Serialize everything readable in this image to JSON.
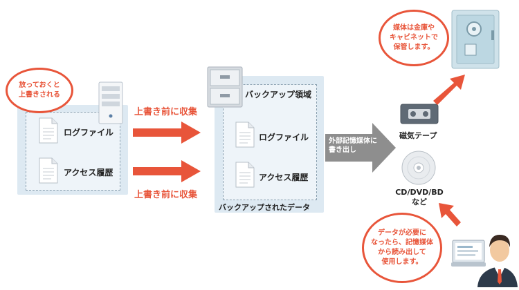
{
  "colors": {
    "accent": "#e8553a",
    "panel": "#dde9f2",
    "gray_arrow": "#8e8e8e"
  },
  "left_bubble": {
    "lines": [
      "放っておくと",
      "上書きされる"
    ]
  },
  "server": {
    "icon": "server-icon"
  },
  "source_docs": [
    {
      "label": "ログファイル",
      "icon": "document-icon"
    },
    {
      "label": "アクセス履歴",
      "icon": "document-icon"
    }
  ],
  "collect_labels": {
    "top": "上書き前に収集",
    "bottom": "上書き前に収集"
  },
  "backup": {
    "title": "バックアップ領域",
    "docs": [
      {
        "label": "ログファイル",
        "icon": "document-icon"
      },
      {
        "label": "アクセス履歴",
        "icon": "document-icon"
      }
    ],
    "caption": "バックアップされたデータ",
    "icon": "file-cabinet-icon"
  },
  "export_arrow": {
    "lines": [
      "外部記憶媒体に",
      "書き出し"
    ]
  },
  "media": {
    "tape_label": "磁気テープ",
    "tape_icon": "magnetic-tape-icon",
    "disc_label_lines": [
      "CD/DVD/BD",
      "など"
    ],
    "disc_icon": "optical-disc-icon"
  },
  "safe_bubble": {
    "lines": [
      "媒体は金庫や",
      "キャビネットで",
      "保管します。"
    ],
    "icon": "safe-icon"
  },
  "user_bubble": {
    "lines": [
      "データが必要に",
      "なったら、記憶媒体",
      "から読み出して",
      "使用します。"
    ],
    "icon": "user-with-laptop-icon"
  }
}
